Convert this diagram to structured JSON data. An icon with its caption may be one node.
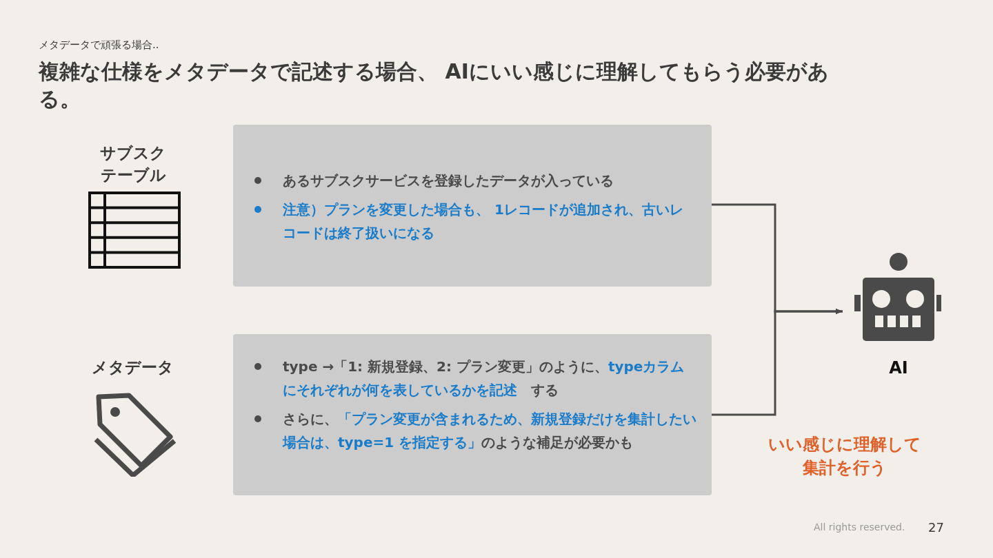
{
  "diagram": {
    "title": "複雑な仕様をメタデータで記述する場合、 AIにいい感じに理解してもらう必要がある。",
    "nodes": [
      {
        "text": [
          "あるサブスクサービスを登録したデータが入っている",
          "注意）プランを変更した場合も、 1レコードが追加され、古いレコードは終了扱いになる"
        ]
      },
      {
        "text": [
          "type →「1: 新規登録、2: プラン変更」のように、**typeカラムにそれぞれが何を表しているかを記述**　する",
          "さらに、**「プラン変更が含まれるため、新規登録だけを集計したい場合は、type=1 を指定する」**のような補足が必要かも"
        ]
      },
      {
        "text": [
          "AI"
        ]
      }
    ],
    "edges": [
      {
        "from": 0,
        "to": 2,
        "arrow": "to"
      },
      {
        "from": 1,
        "to": 2,
        "arrow": "to"
      }
    ],
    "labels": [
      "メタデータで頑張る場合..",
      "サブスクテーブル",
      "メタデータ",
      "いい感じに理解して集計を行う",
      "All rights reserved.",
      "27"
    ]
  }
}
